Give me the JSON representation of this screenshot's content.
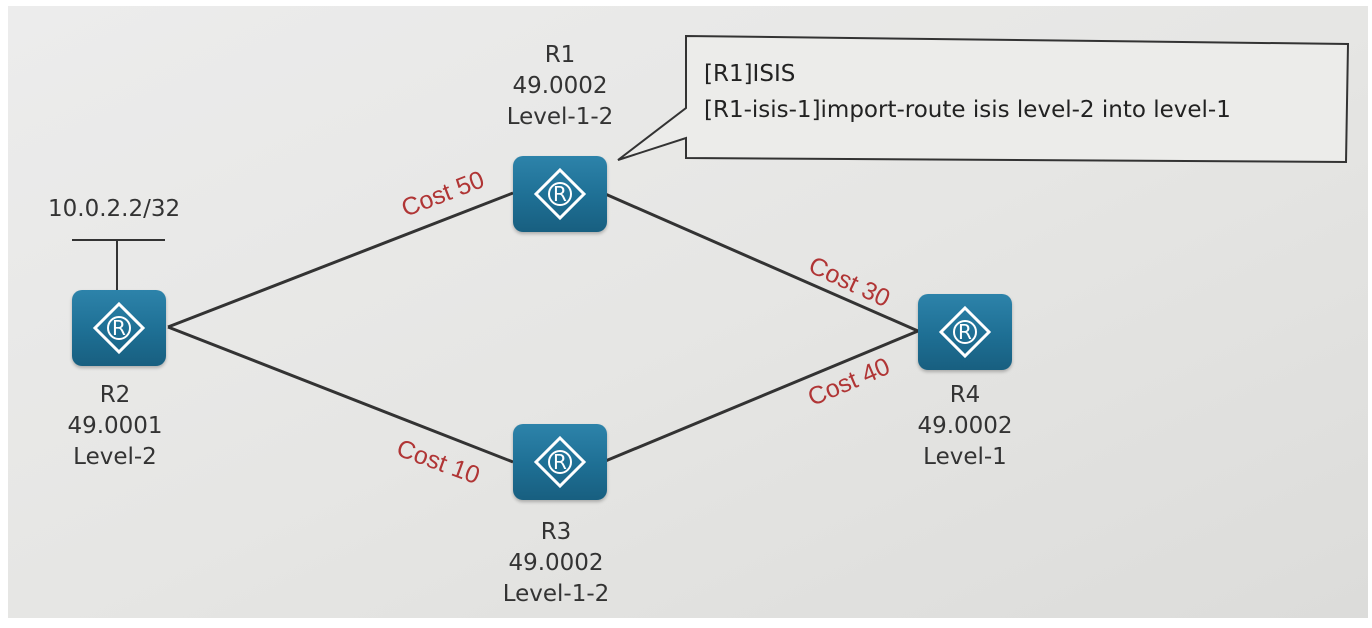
{
  "routers": {
    "r1": {
      "name": "R1",
      "area": "49.0002",
      "level": "Level-1-2",
      "icon": "router-icon"
    },
    "r2": {
      "name": "R2",
      "area": "49.0001",
      "level": "Level-2",
      "icon": "router-icon"
    },
    "r3": {
      "name": "R3",
      "area": "49.0002",
      "level": "Level-1-2",
      "icon": "router-icon"
    },
    "r4": {
      "name": "R4",
      "area": "49.0002",
      "level": "Level-1",
      "icon": "router-icon"
    }
  },
  "links": {
    "r2_r1": "Cost 50",
    "r1_r4": "Cost 30",
    "r2_r3": "Cost 10",
    "r3_r4": "Cost 40"
  },
  "subnet": "10.0.2.2/32",
  "callout": {
    "line1": "[R1]ISIS",
    "line2": "[R1-isis-1]import-route isis level-2 into level-1"
  },
  "colors": {
    "router": "#1e6f94",
    "cost_text": "#b03535",
    "link": "#333333"
  }
}
